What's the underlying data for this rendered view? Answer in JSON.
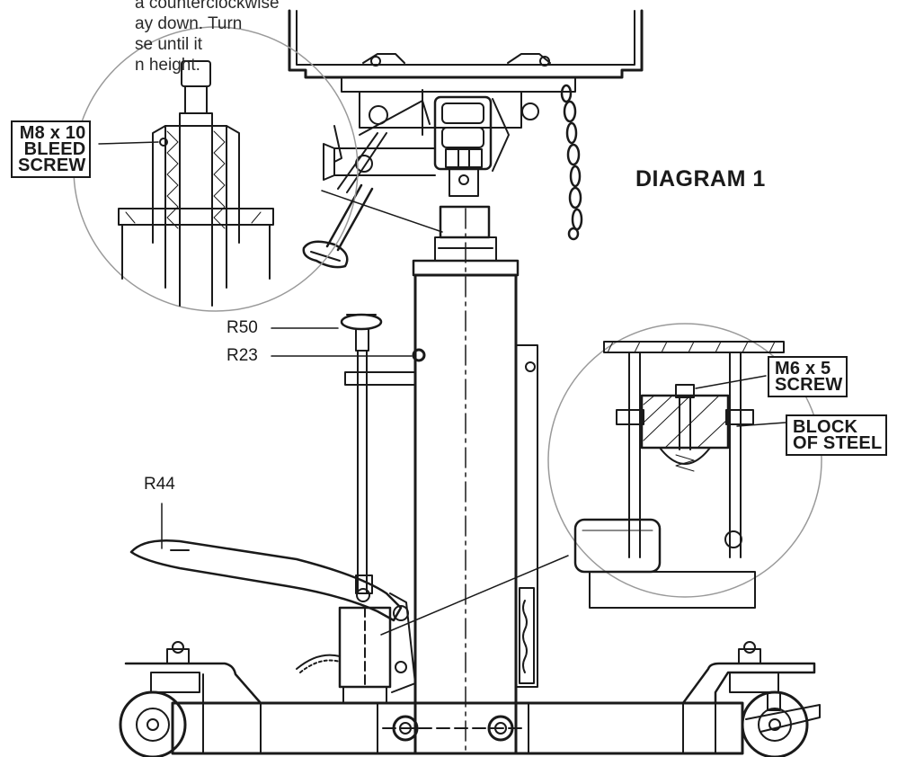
{
  "intro_lines": [
    "a counterclockwise",
    "ay down. Turn",
    "se until it",
    "n height."
  ],
  "callouts": {
    "bleed_screw": [
      "M8 x 10",
      "BLEED",
      "SCREW"
    ],
    "screw": [
      "M6 x 5",
      "SCREW"
    ],
    "block_of_steel": [
      "BLOCK",
      "OF STEEL"
    ]
  },
  "diagram_title": "DIAGRAM 1",
  "part_refs": {
    "r50": "R50",
    "r23": "R23",
    "r44": "R44"
  }
}
